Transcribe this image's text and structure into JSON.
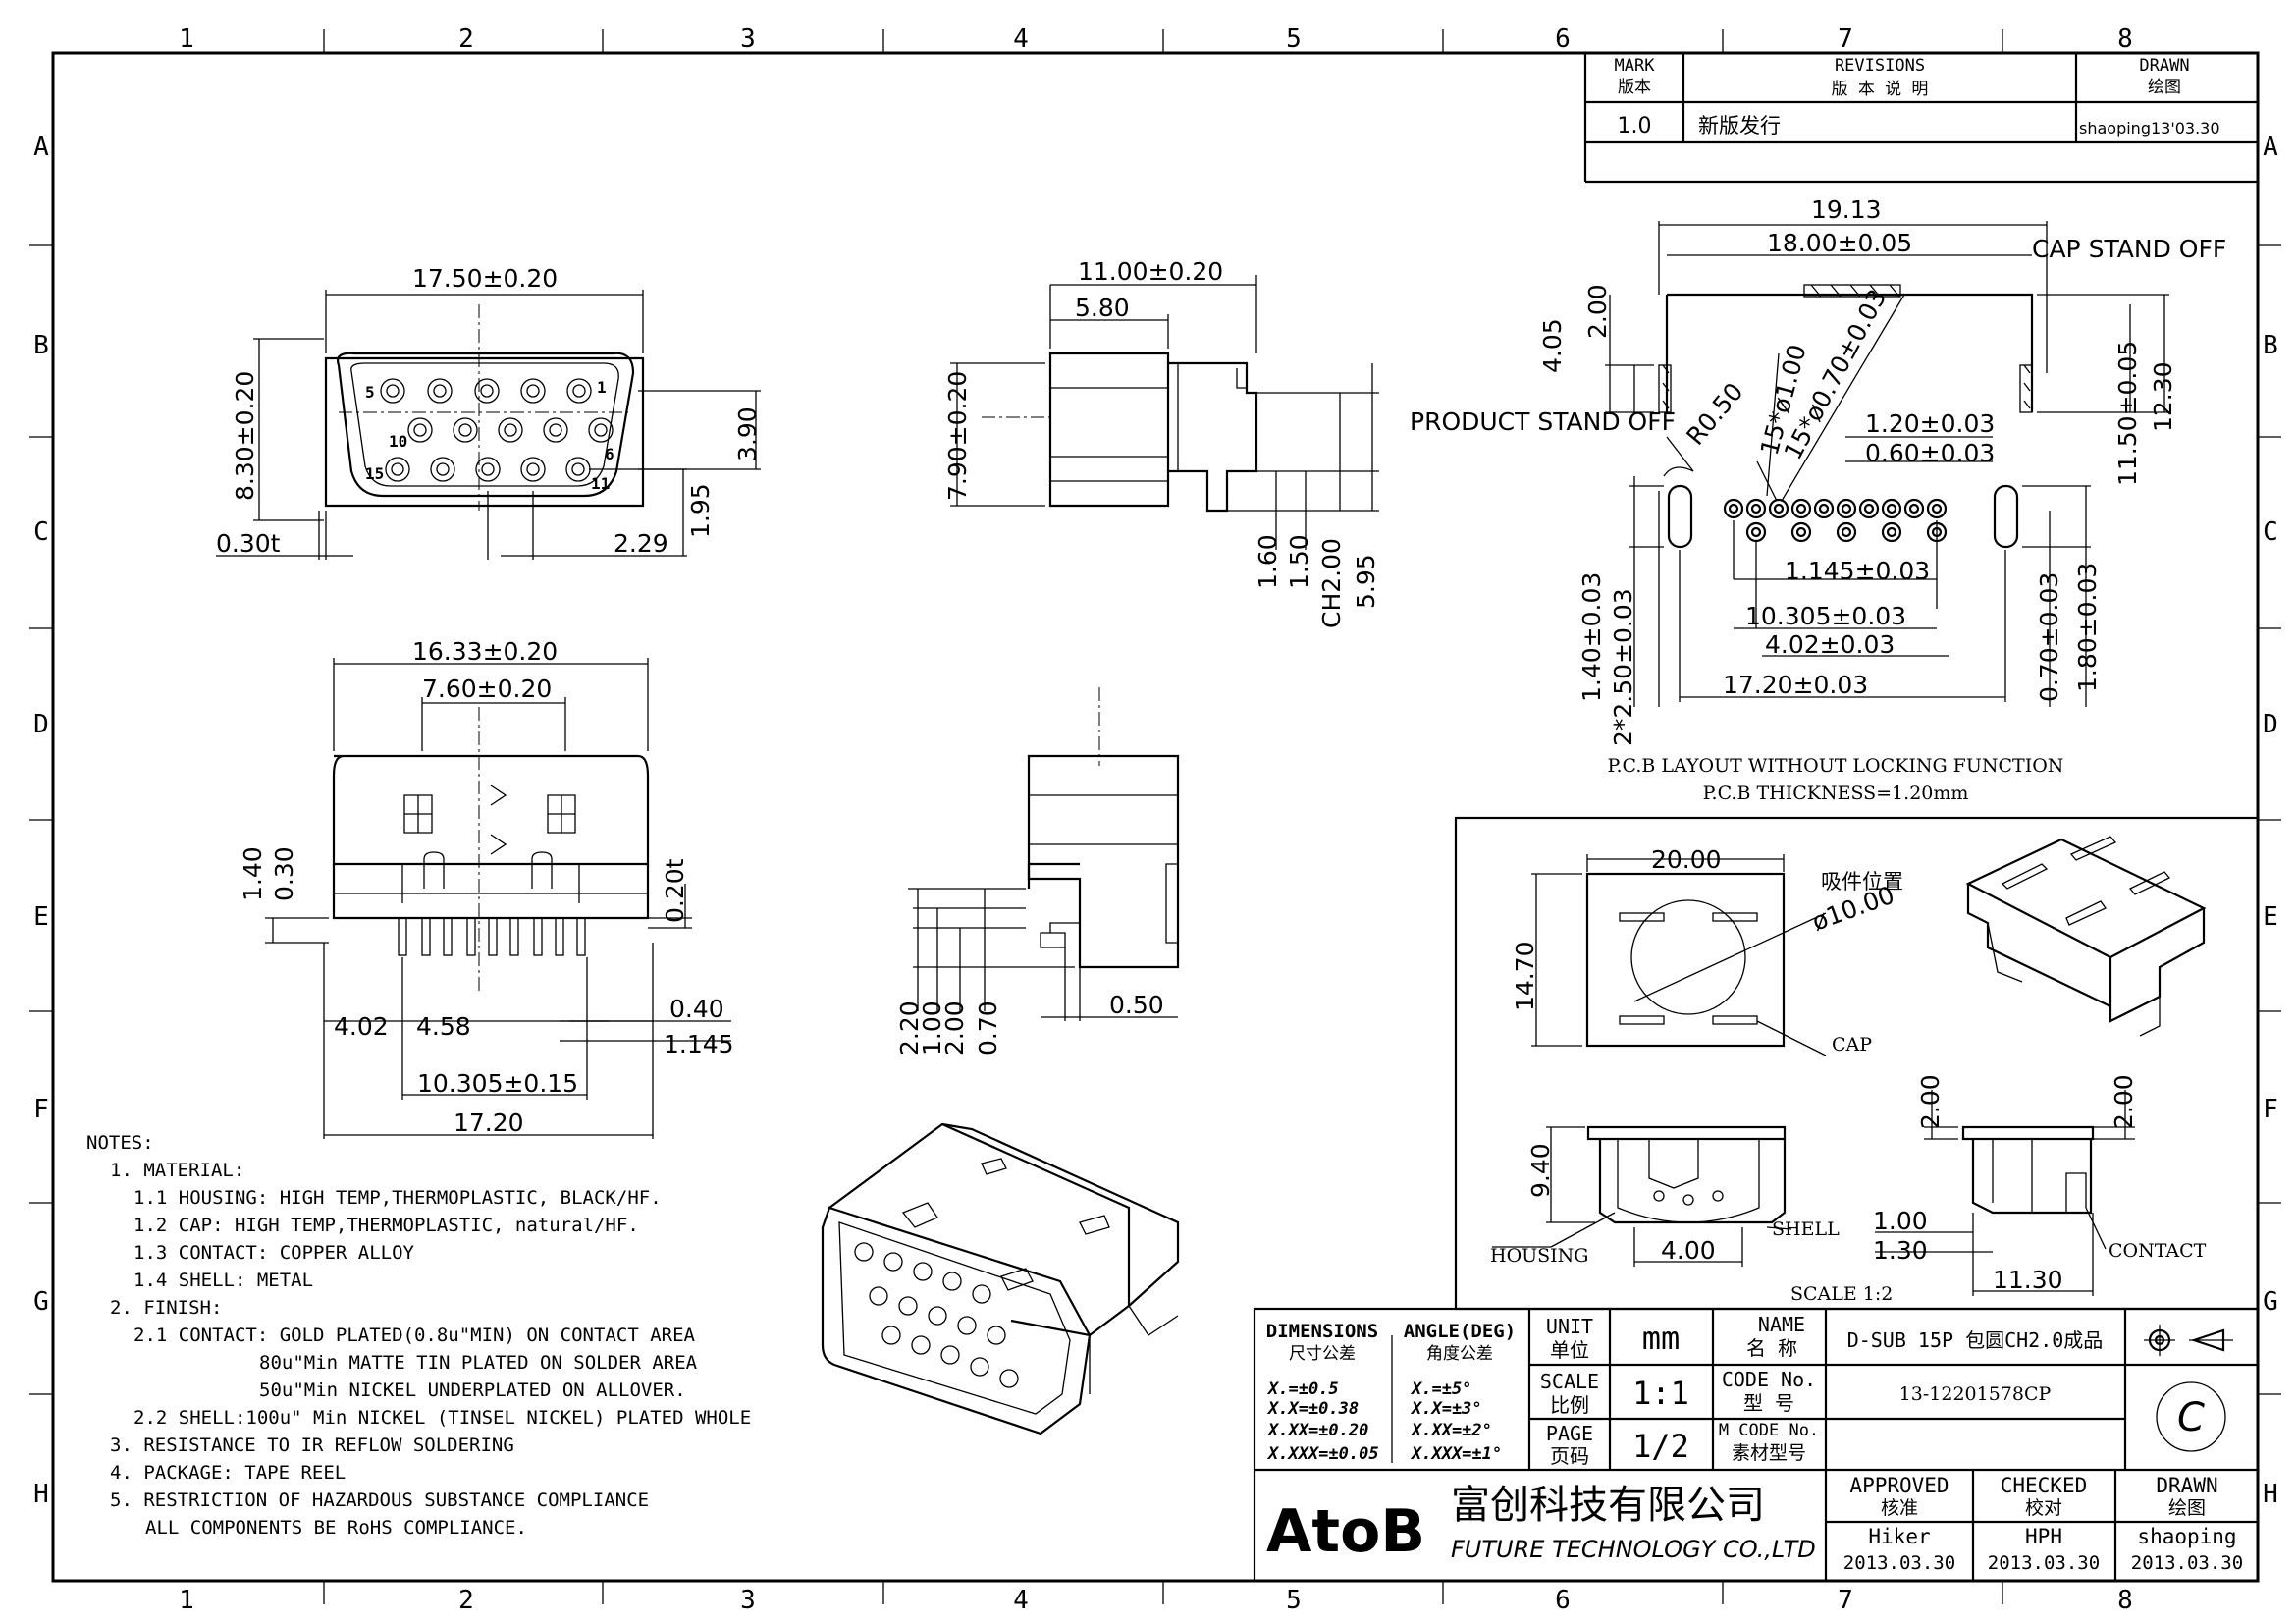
{
  "grid": {
    "columns": [
      "1",
      "2",
      "3",
      "4",
      "5",
      "6",
      "7",
      "8"
    ],
    "rows": [
      "A",
      "B",
      "C",
      "D",
      "E",
      "F",
      "G",
      "H"
    ]
  },
  "revision_table": {
    "mark_header_en": "MARK",
    "mark_header_cn": "版本",
    "revisions_header_en": "REVISIONS",
    "revisions_header_cn": "版 本 说 明",
    "drawn_header_en": "DRAWN",
    "drawn_header_cn": "绘图",
    "rows": [
      {
        "mark": "1.0",
        "desc": "新版发行",
        "drawn": "shaoping13'03.30"
      }
    ]
  },
  "front_view": {
    "dims": [
      "17.50±0.20",
      "8.30±0.20",
      "3.90",
      "1.95",
      "2.29",
      "0.30t"
    ],
    "pin_labels": [
      "5",
      "1",
      "10",
      "6",
      "15",
      "11"
    ]
  },
  "side_view": {
    "dims": [
      "11.00±0.20",
      "5.80",
      "7.90±0.20",
      "1.60",
      "1.50",
      "CH2.00",
      "5.95"
    ]
  },
  "bottom_view": {
    "dims": [
      "16.33±0.20",
      "7.60±0.20",
      "1.40",
      "0.30",
      "0.20t",
      "4.02",
      "4.58",
      "0.40",
      "1.145",
      "10.305±0.15",
      "17.20"
    ]
  },
  "small_side_view": {
    "dims": [
      "2.20",
      "1.00",
      "2.00",
      "0.70",
      "0.50"
    ]
  },
  "pcb_layout": {
    "dims": [
      "19.13",
      "18.00±0.05",
      "2.00",
      "4.05",
      "R0.50",
      "15*ø1.00",
      "15*ø0.70±0.03",
      "1.20±0.03",
      "0.60±0.03",
      "11.50±0.05",
      "12.30",
      "1.145±0.03",
      "10.305±0.03",
      "4.02±0.03",
      "17.20±0.03",
      "1.40±0.03",
      "2*2.50±0.03",
      "0.70±0.03",
      "1.80±0.03"
    ],
    "label_cap_stand_off": "CAP STAND OFF",
    "label_product_stand_off": "PRODUCT STAND OFF",
    "caption_line1": "P.C.B LAYOUT WITHOUT LOCKING FUNCTION",
    "caption_line2": "P.C.B THICKNESS=1.20mm"
  },
  "cap_box": {
    "dims": [
      "20.00",
      "14.70",
      "ø10.00",
      "9.40",
      "4.00",
      "2.00",
      "1.00",
      "1.30",
      "11.30",
      "2.00"
    ],
    "label_pick_position": "吸件位置",
    "label_cap": "CAP",
    "label_housing": "HOUSING",
    "label_shell": "SHELL",
    "label_contact": "CONTACT",
    "scale": "SCALE 1:2"
  },
  "notes": [
    "NOTES:",
    "1.  MATERIAL:",
    "1.1 HOUSING: HIGH TEMP,THERMOPLASTIC, BLACK/HF.",
    "1.2 CAP: HIGH TEMP,THERMOPLASTIC, natural/HF.",
    "1.3 CONTACT: COPPER ALLOY",
    "1.4 SHELL: METAL",
    "2.  FINISH:",
    "2.1 CONTACT: GOLD PLATED(0.8u\"MIN) ON CONTACT AREA",
    "80u\"Min MATTE TIN PLATED ON SOLDER AREA",
    "50u\"Min NICKEL UNDERPLATED ON ALLOVER.",
    "2.2 SHELL:100u\" Min NICKEL (TINSEL NICKEL) PLATED WHOLE",
    "3.  RESISTANCE TO IR REFLOW SOLDERING",
    "4.  PACKAGE: TAPE REEL",
    "5.  RESTRICTION OF HAZARDOUS SUBSTANCE COMPLIANCE",
    "ALL COMPONENTS BE RoHS COMPLIANCE."
  ],
  "title_block": {
    "dimensions_en": "DIMENSIONS",
    "dimensions_cn": "尺寸公差",
    "angle_en": "ANGLE(DEG)",
    "angle_cn": "角度公差",
    "tol_dim": [
      "X.=±0.5",
      "X.X=±0.38",
      "X.XX=±0.20",
      "X.XXX=±0.05"
    ],
    "tol_ang": [
      "X.=±5°",
      "X.X=±3°",
      "X.XX=±2°",
      "X.XXX=±1°"
    ],
    "unit_en": "UNIT",
    "unit_cn": "单位",
    "unit_value": "mm",
    "scale_en": "SCALE",
    "scale_cn": "比例",
    "scale_value": "1:1",
    "page_en": "PAGE",
    "page_cn": "页码",
    "page_value": "1/2",
    "name_en": "NAME",
    "name_cn": "名 称",
    "name_value": "D-SUB 15P 包圆CH2.0成品",
    "code_en": "CODE No.",
    "code_cn": "型 号",
    "code_value": "13-12201578CP",
    "mcode_en": "M CODE No.",
    "mcode_cn": "素材型号",
    "logo": "AtoB",
    "company_cn": "富创科技有限公司",
    "company_en": "FUTURE TECHNOLOGY CO.,LTD",
    "approved_en": "APPROVED",
    "approved_cn": "核准",
    "approved_by": "Hiker",
    "approved_date": "2013.03.30",
    "checked_en": "CHECKED",
    "checked_cn": "校对",
    "checked_by": "HPH",
    "checked_date": "2013.03.30",
    "drawn_en": "DRAWN",
    "drawn_cn": "绘图",
    "drawn_by": "shaoping",
    "drawn_date": "2013.03.30",
    "revision_mark": "C"
  }
}
